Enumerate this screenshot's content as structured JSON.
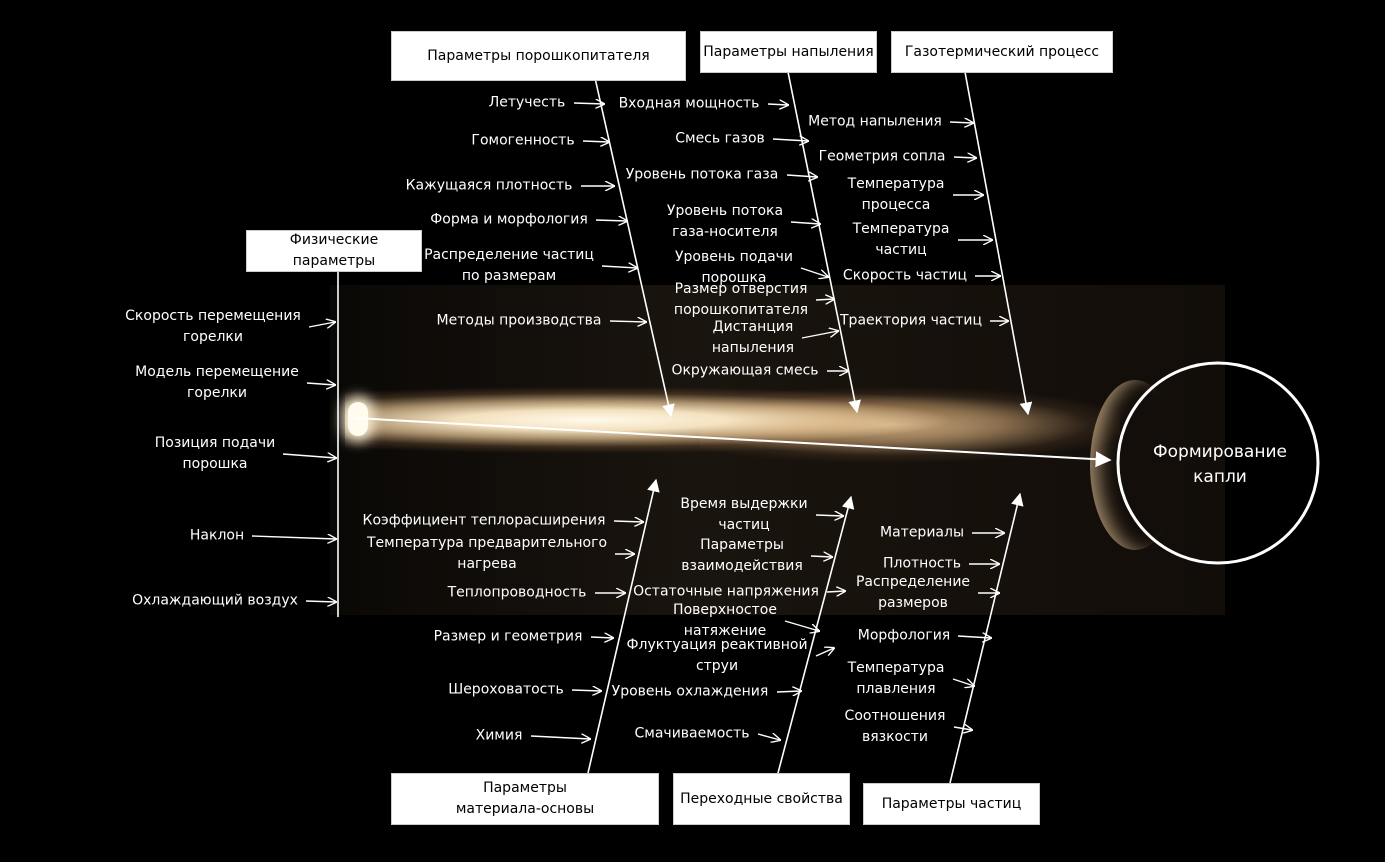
{
  "categories": {
    "powder_feeder": {
      "title": "Параметры порошкопитателя",
      "items": [
        "Летучесть",
        "Гомогенность",
        "Кажущаяся плотность",
        "Форма и морфология",
        "Распределение частиц\nпо размерам",
        "Методы производства"
      ]
    },
    "spray_params": {
      "title": "Параметры напыления",
      "items": [
        "Входная мощность",
        "Смесь газов",
        "Уровень потока газа",
        "Уровень потока\nгаза-носителя",
        "Уровень подачи\nпорошка",
        "Размер отверстия\nпорошкопитателя",
        "Дистанция\nнапыления",
        "Окружающая смесь"
      ]
    },
    "gas_thermal": {
      "title": "Газотермический процесс",
      "items": [
        "Метод напыления",
        "Геометрия сопла",
        "Температура\nпроцесса",
        "Температура\nчастиц",
        "Скорость частиц",
        "Траектория частиц"
      ]
    },
    "physical": {
      "title": "Физические\nпараметры",
      "items": [
        "Скорость перемещения\nгорелки",
        "Модель перемещение\nгорелки",
        "Позиция подачи\nпорошка",
        "Наклон",
        "Охлаждающий воздух"
      ]
    },
    "substrate": {
      "title": "Параметры\nматериала-основы",
      "items": [
        "Коэффициент теплорасширения",
        "Температура предварительного\nнагрева",
        "Теплопроводность",
        "Размер и геометрия",
        "Шероховатость",
        "Химия"
      ]
    },
    "transition": {
      "title": "Переходные свойства",
      "items": [
        "Время выдержки\nчастиц",
        "Параметры\nвзаимодействия",
        "Остаточные напряжения",
        "Поверхностое\nнатяжение",
        "Флуктуация реактивной\nструи",
        "Уровень охлаждения",
        "Смачиваемость"
      ]
    },
    "particle": {
      "title": "Параметры частиц",
      "items": [
        "Материалы",
        "Плотность",
        "Распределение\nразмеров",
        "Морфология",
        "Температура\nплавления",
        "Соотношения\nвязкости"
      ]
    }
  },
  "result": "Формирование\nкапли",
  "colors": {
    "background": "#000000",
    "line": "#ffffff",
    "box": "#ffffff",
    "box_text": "#000000"
  }
}
